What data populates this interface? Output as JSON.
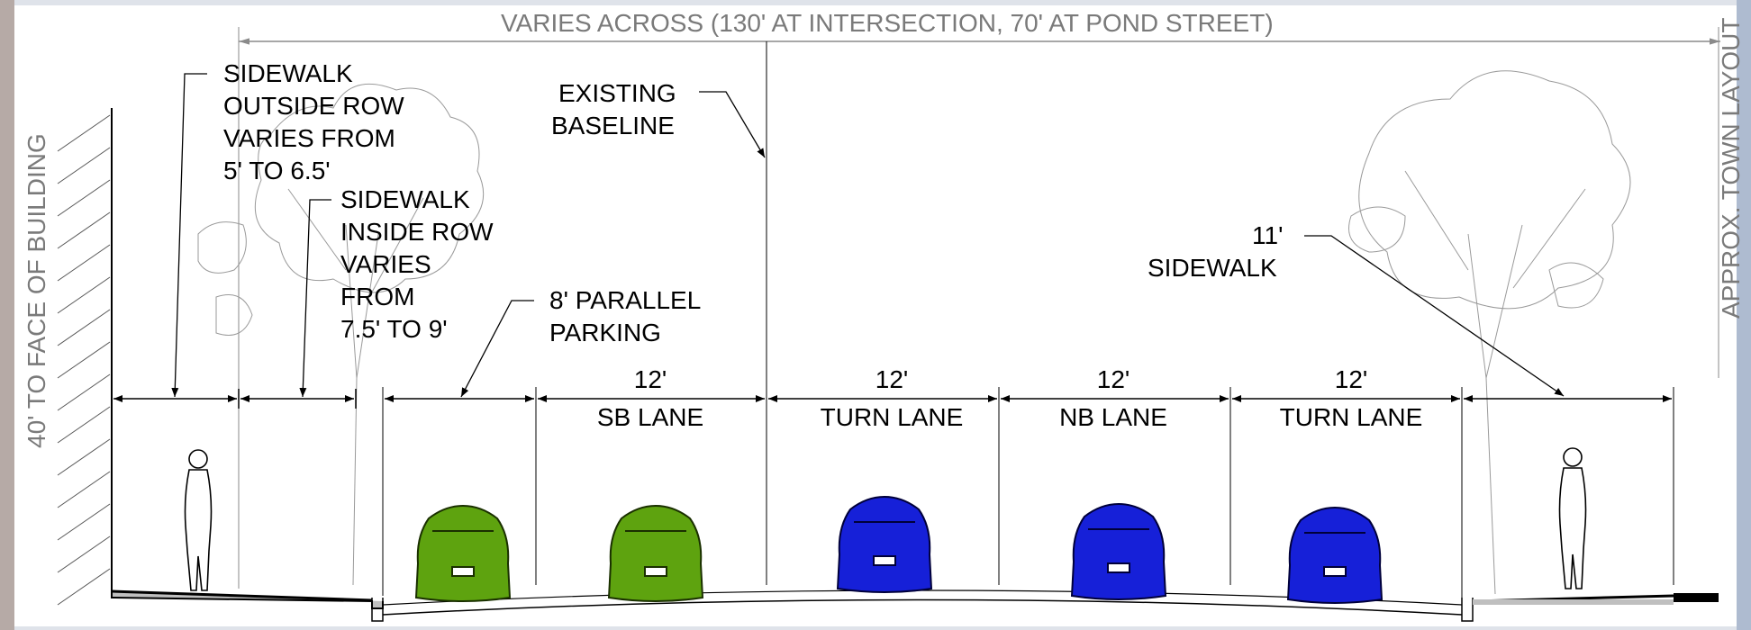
{
  "top_dimension": "VARIES ACROSS (130' AT INTERSECTION, 70' AT POND STREET)",
  "left_dimension": "40' TO FACE OF BUILDING",
  "right_note": "APPROX. TOWN LAYOUT",
  "callouts": {
    "sidewalk_outside": [
      "SIDEWALK",
      "OUTSIDE ROW",
      "VARIES FROM",
      "5' TO 6.5'"
    ],
    "sidewalk_inside": [
      "SIDEWALK",
      "INSIDE ROW",
      "VARIES",
      "FROM",
      "7.5' TO 9'"
    ],
    "parking": [
      "8' PARALLEL",
      "PARKING"
    ],
    "baseline": [
      "EXISTING",
      "BASELINE"
    ],
    "sidewalk_right": [
      "11'",
      "SIDEWALK"
    ]
  },
  "lanes": [
    {
      "width": "12'",
      "name": "SB LANE"
    },
    {
      "width": "12'",
      "name": "TURN LANE"
    },
    {
      "width": "12'",
      "name": "NB LANE"
    },
    {
      "width": "12'",
      "name": "TURN LANE"
    }
  ],
  "colors": {
    "line": "#000000",
    "dim_gray": "#7a7a7a",
    "car_green": "#5ea30f",
    "car_blue": "#1620d8",
    "paper": "#ffffff",
    "backdrop": "#dfe3ea"
  }
}
